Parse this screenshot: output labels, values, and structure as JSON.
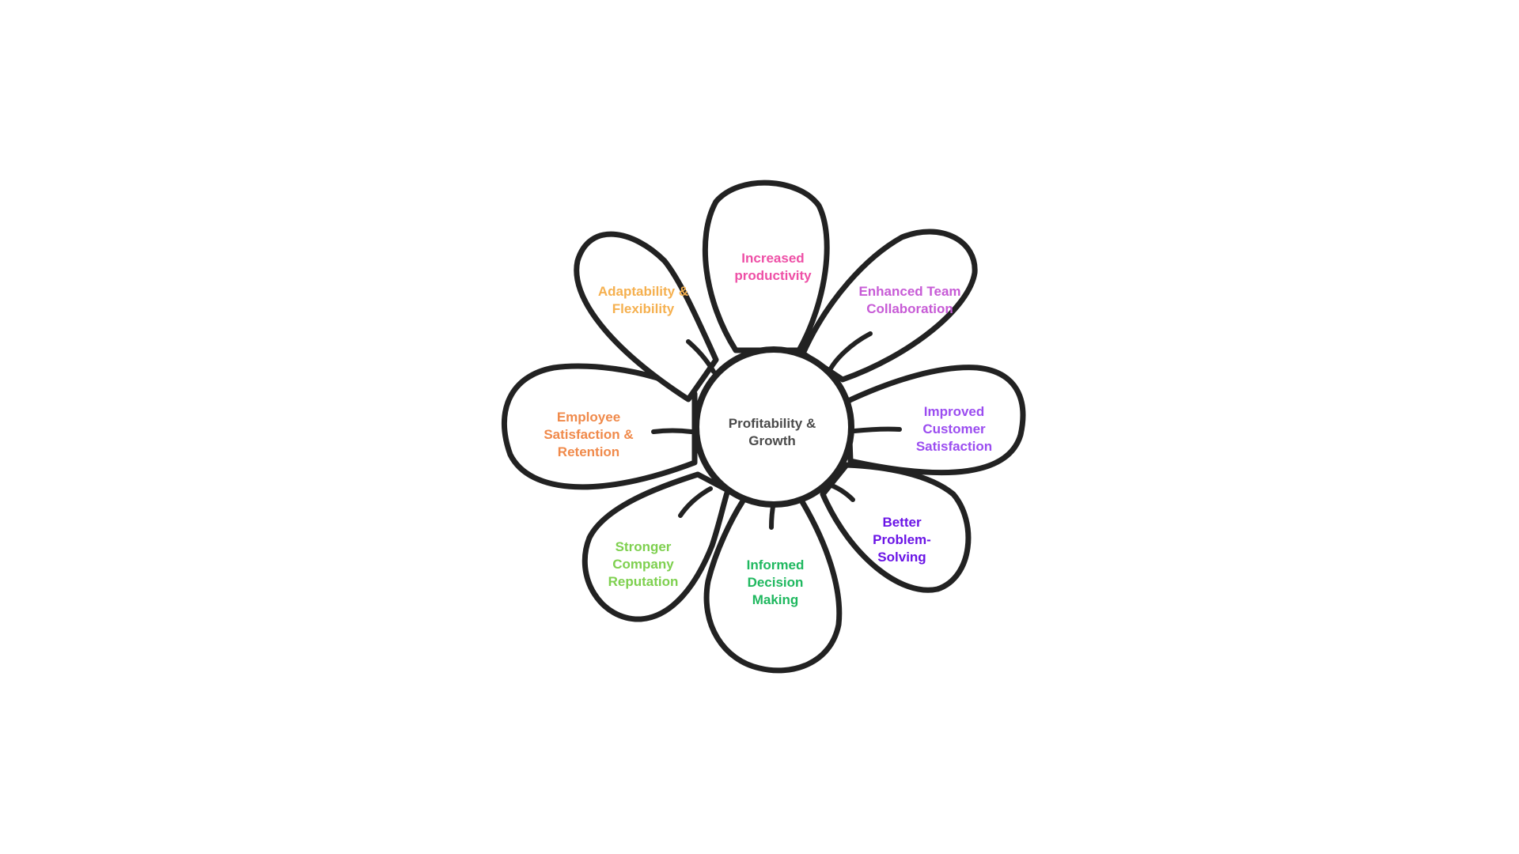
{
  "center": {
    "text": "Profitability & Growth",
    "color": "#4a4a4a"
  },
  "petals": [
    {
      "id": "increased-productivity",
      "text": "Increased productivity",
      "color": "#ee4fa6"
    },
    {
      "id": "enhanced-team-collaboration",
      "text": "Enhanced Team Collaboration",
      "color": "#c75bd6"
    },
    {
      "id": "improved-customer-satisfaction",
      "text": "Improved Customer Satisfaction",
      "color": "#9b4df0"
    },
    {
      "id": "better-problem-solving",
      "text": "Better Problem-Solving",
      "color": "#6a14e6"
    },
    {
      "id": "informed-decision-making",
      "text": "Informed Decision Making",
      "color": "#1fb85f"
    },
    {
      "id": "stronger-company-reputation",
      "text": "Stronger Company Reputation",
      "color": "#7ed04f"
    },
    {
      "id": "employee-satisfaction-retention",
      "text": "Employee Satisfaction & Retention",
      "color": "#f08a4b"
    },
    {
      "id": "adaptability-flexibility",
      "text": "Adaptability & Flexibility",
      "color": "#f5b04f"
    }
  ],
  "colors": {
    "outline": "#222222",
    "background": "#ffffff"
  }
}
